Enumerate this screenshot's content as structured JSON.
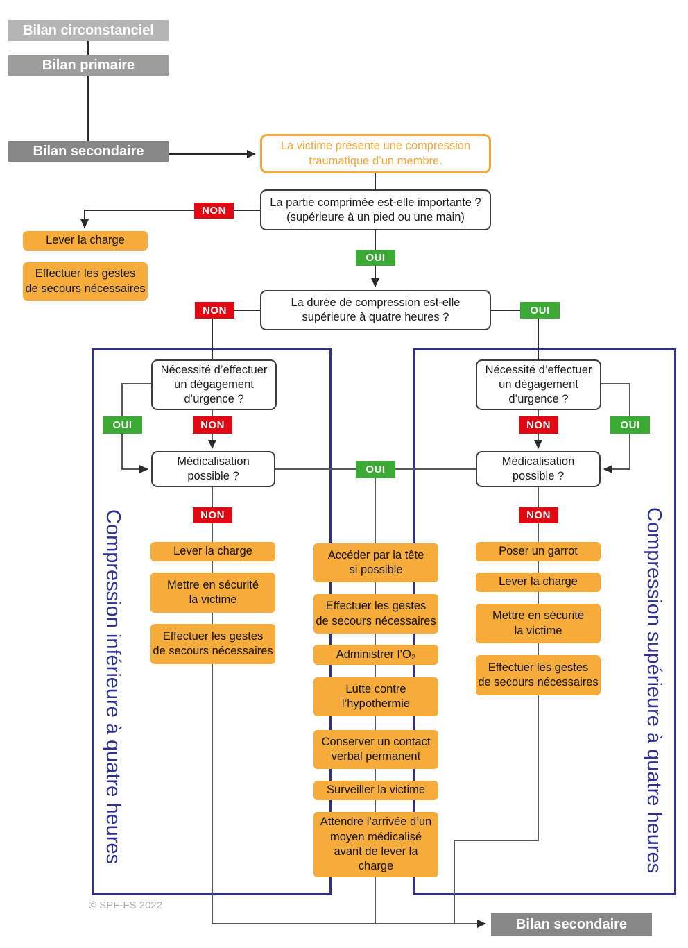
{
  "labels": {
    "oui": "OUI",
    "non": "NON"
  },
  "chain": {
    "circonstanciel": "Bilan circonstanciel",
    "primaire": "Bilan primaire",
    "secondaire": "Bilan secondaire"
  },
  "intro": {
    "lines": [
      "La victime présente une compression",
      "traumatique d’un membre."
    ]
  },
  "questions": {
    "importante": {
      "lines": [
        "La partie comprimée est-elle importante ?",
        "(supérieure à un pied ou une main)"
      ]
    },
    "duree": {
      "lines": [
        "La durée de compression est-elle",
        "supérieure à quatre heures ?"
      ]
    },
    "degagement": {
      "lines": [
        "Nécessité d’effectuer",
        "un dégagement",
        "d’urgence ?"
      ]
    },
    "medicalisation": {
      "lines": [
        "Médicalisation",
        "possible ?"
      ]
    }
  },
  "top_actions": {
    "lever": {
      "lines": [
        "Lever la charge"
      ]
    },
    "gestes": {
      "lines": [
        "Effectuer les gestes",
        "de secours nécessaires"
      ]
    }
  },
  "left_column": {
    "items": [
      {
        "lines": [
          "Lever la charge"
        ]
      },
      {
        "lines": [
          "Mettre en sécurité",
          "la victime"
        ]
      },
      {
        "lines": [
          "Effectuer les gestes",
          "de secours nécessaires"
        ]
      }
    ]
  },
  "center_column": {
    "items": [
      {
        "lines": [
          "Accéder par la tête",
          "si possible"
        ]
      },
      {
        "lines": [
          "Effectuer les gestes",
          "de secours nécessaires"
        ]
      },
      {
        "lines": [
          "Administrer l’O₂"
        ]
      },
      {
        "lines": [
          "Lutte contre",
          "l’hypothermie"
        ]
      },
      {
        "lines": [
          "Conserver un contact",
          "verbal permanent"
        ]
      },
      {
        "lines": [
          "Surveiller la victime"
        ]
      },
      {
        "lines": [
          "Attendre l’arrivée d’un",
          "moyen médicalisé",
          "avant de lever la",
          "charge"
        ]
      }
    ]
  },
  "right_column": {
    "items": [
      {
        "lines": [
          "Poser un garrot"
        ]
      },
      {
        "lines": [
          "Lever la charge"
        ]
      },
      {
        "lines": [
          "Mettre en sécurité",
          "la victime"
        ]
      },
      {
        "lines": [
          "Effectuer les gestes",
          "de secours nécessaires"
        ]
      }
    ]
  },
  "side_labels": {
    "left": "Compression inférieure à quatre heures",
    "right": "Compression supérieure à quatre heures"
  },
  "footer": {
    "bilan": "Bilan secondaire",
    "copyright": "© SPF-FS 2022"
  },
  "colors": {
    "orange": "#F6AC3B",
    "red": "#E30613",
    "green": "#3AAA35",
    "blue": "#2E3192",
    "gray_light": "#B5B5B5",
    "gray_mid": "#9D9D9C",
    "gray_dark": "#878787"
  }
}
